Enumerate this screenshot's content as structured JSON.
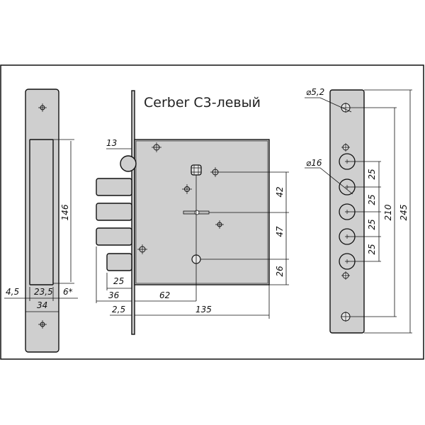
{
  "title": "Cerber C3-левый",
  "strike_plate": {
    "dims": {
      "height": "146",
      "d1": "4,5",
      "d2": "23,5",
      "d3": "6*",
      "width": "34"
    }
  },
  "lock_body": {
    "dims": {
      "latch": "13",
      "bolt": "25",
      "bolt_total": "36",
      "faceplate": "2,5",
      "backset": "62",
      "depth": "135",
      "spindle_to_key": "42",
      "key_to_cyl": "47",
      "cyl_to_bottom": "26"
    }
  },
  "faceplate": {
    "dims": {
      "screw_dia": "⌀5,2",
      "bolt_hole_dia": "⌀16",
      "pitch": [
        "25",
        "25",
        "25",
        "25"
      ],
      "screw_span": "210",
      "length": "245"
    }
  }
}
